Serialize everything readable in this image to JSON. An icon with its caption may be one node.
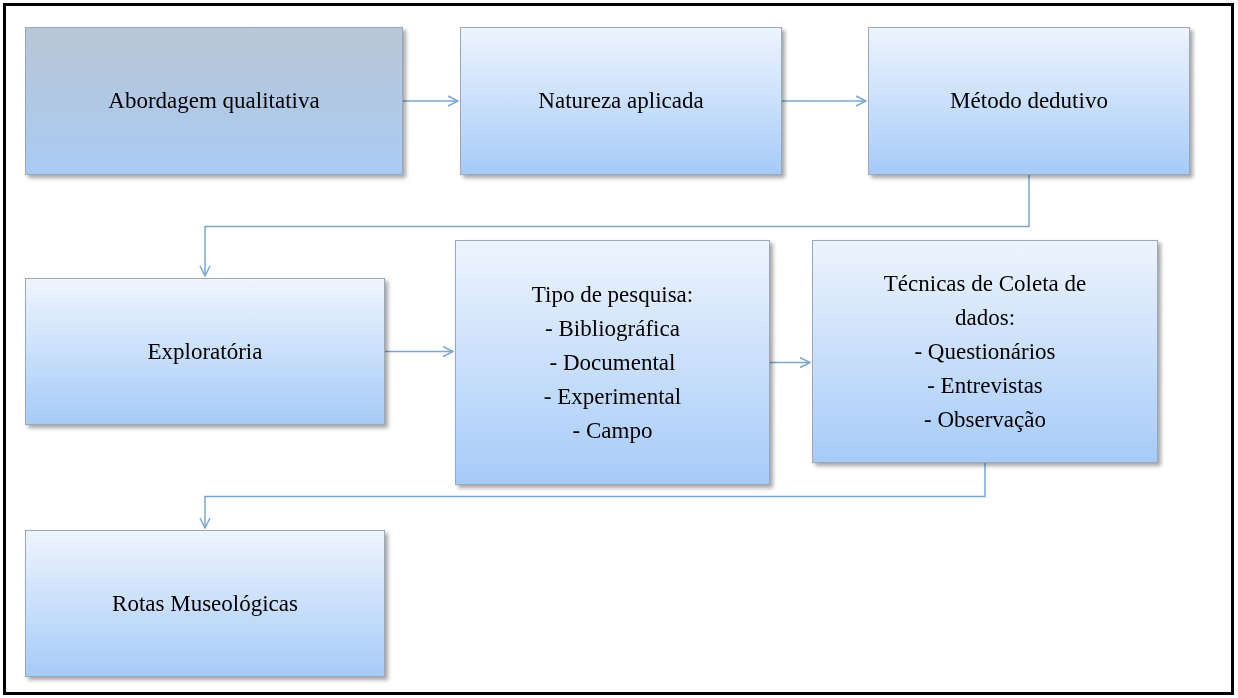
{
  "diagram": {
    "nodes": [
      {
        "text": [
          "Abordagem qualitativa"
        ]
      },
      {
        "text": [
          "Natureza aplicada"
        ]
      },
      {
        "text": [
          "Método dedutivo"
        ]
      },
      {
        "text": [
          "Exploratória"
        ]
      },
      {
        "text": [
          "Tipo de pesquisa:",
          "- Bibliográfica",
          "- Documental",
          "- Experimental",
          "- Campo"
        ]
      },
      {
        "text": [
          "Técnicas de Coleta de dados:",
          "- Questionários",
          "- Entrevistas",
          "- Observação"
        ]
      },
      {
        "text": [
          "Rotas Museológicas"
        ]
      }
    ],
    "edges": [
      {
        "from": 0,
        "to": 1,
        "arrow": "to"
      },
      {
        "from": 1,
        "to": 2,
        "arrow": "to"
      },
      {
        "from": 2,
        "to": 3,
        "arrow": "to"
      },
      {
        "from": 3,
        "to": 4,
        "arrow": "to"
      },
      {
        "from": 4,
        "to": 5,
        "arrow": "to"
      },
      {
        "from": 5,
        "to": 6,
        "arrow": "to"
      }
    ]
  }
}
